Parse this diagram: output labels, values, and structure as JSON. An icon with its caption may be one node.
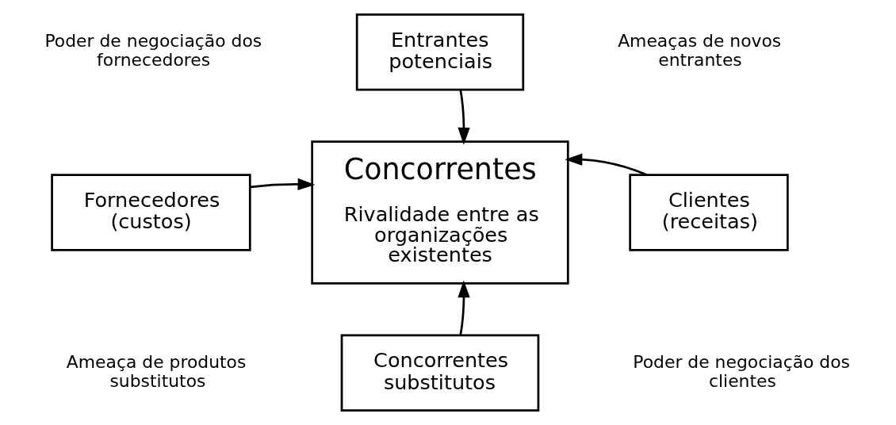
{
  "diagram": {
    "nodes": [
      {
        "text": [
          "Entrantes potenciais"
        ]
      },
      {
        "text": [
          "Fornecedores (custos)"
        ]
      },
      {
        "text": [
          "Concorrentes",
          "Rivalidade entre as organizações existentes"
        ]
      },
      {
        "text": [
          "Clientes (receitas)"
        ]
      },
      {
        "text": [
          "Concorrentes substitutos"
        ]
      }
    ],
    "edges": [
      {
        "from": 0,
        "to": 2,
        "arrow": "to"
      },
      {
        "from": 1,
        "to": 2,
        "arrow": "to"
      },
      {
        "from": 3,
        "to": 2,
        "arrow": "to"
      },
      {
        "from": 4,
        "to": 2,
        "arrow": "to"
      }
    ],
    "labels": [
      "Poder de negociação dos fornecedores",
      "Ameaças de novos entrantes",
      "Ameaça de produtos substitutos",
      "Poder de negociação dos clientes"
    ]
  }
}
